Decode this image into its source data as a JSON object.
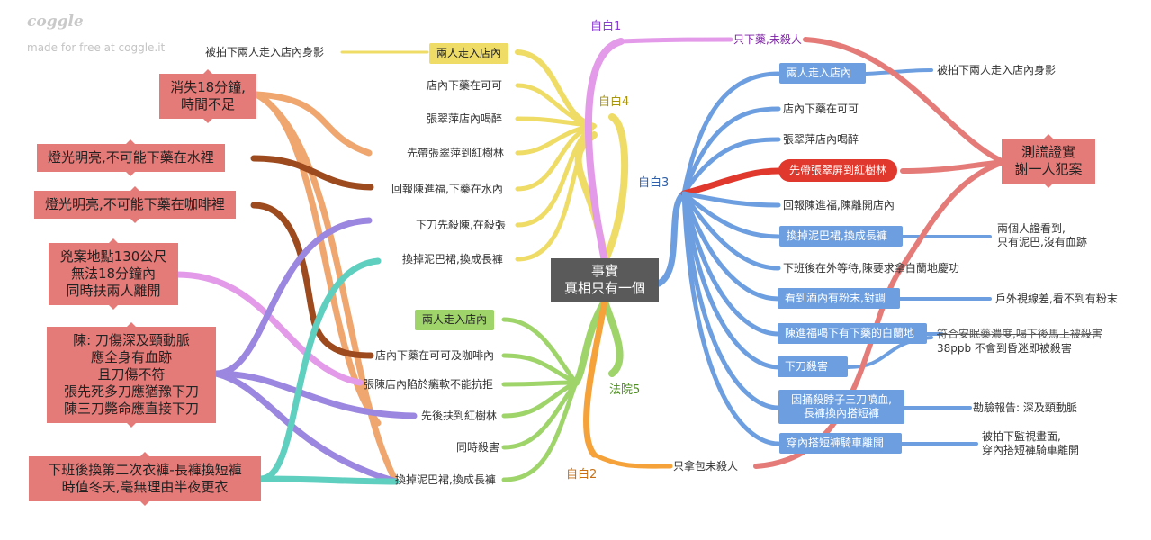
{
  "watermark": {
    "logo": "coggle",
    "tagline": "made for free at coggle.it"
  },
  "center": {
    "line1": "事實",
    "line2": "真相只有一個"
  },
  "branch_labels": {
    "b1": "自白1",
    "b4": "自白4",
    "b3": "自白3",
    "b5": "法院5",
    "b2": "自白2"
  },
  "yellow": {
    "items": [
      "兩人走入店內",
      "店內下藥在可可",
      "張翠萍店內喝醉",
      "先帶張翠萍到紅樹林",
      "回報陳進福,下藥在水內",
      "下刀先殺陳,在殺張",
      "換掉泥巴裙,換成長褲"
    ],
    "leaf": "被拍下兩人走入店內身影"
  },
  "green": {
    "items": [
      "兩人走入店內",
      "店內下藥在可可及咖啡內",
      "張陳店內陷於癱軟不能抗拒",
      "先後扶到紅樹林",
      "同時殺害",
      "換掉泥巴裙,換成長褲"
    ]
  },
  "purple": {
    "leaf": "只下藥,未殺人"
  },
  "orange": {
    "leaf": "只拿包未殺人"
  },
  "blue": {
    "items": [
      "兩人走入店內",
      "店內下藥在可可",
      "張翠萍店內喝醉",
      "先帶張翠屏到紅樹林",
      "回報陳進福,陳離開店內",
      "換掉泥巴裙,換成長褲",
      "下班後在外等待,陳要求拿白蘭地慶功",
      "看到酒內有粉末,對調",
      "陳進福喝下有下藥的白蘭地",
      "下刀殺害",
      "因捅殺脖子三刀噴血,\n長褲換內搭短褲",
      "穿內搭短褲騎車離開"
    ],
    "leaves": {
      "l0": "被拍下兩人走入店內身影",
      "l5": "兩個人證看到,\n只有泥巴,沒有血跡",
      "l7": "戶外視線差,看不到有粉末",
      "l8a": "符合安眠藥濃度,喝下後馬上被殺害",
      "l8b": "38ppb 不會到昏迷即被殺害",
      "l10": "勘驗報告: 深及頸動脈",
      "l11": "被拍下監視畫面,\n穿內搭短褲騎車離開"
    }
  },
  "right_conclusion": "測謊證實\n謝一人犯案",
  "left_notes": [
    "消失18分鐘,\n時間不足",
    "燈光明亮,不可能下藥在水裡",
    "燈光明亮,不可能下藥在咖啡裡",
    "兇案地點130公尺\n無法18分鐘內\n同時扶兩人離開",
    "陳: 刀傷深及頸動脈\n應全身有血跡\n且刀傷不符\n張先死多刀應猶豫下刀\n陳三刀斃命應直接下刀",
    "下班後換第二次衣褲-長褲換短褲\n時值冬天,毫無理由半夜更衣"
  ],
  "colors": {
    "yellow": "#eedc67",
    "green": "#9fd46b",
    "purple": "#e39ae8",
    "orange": "#f5a23a",
    "blue": "#6d9fe0",
    "red": "#e57b78",
    "darkred": "#e0382d",
    "brown": "#9c4a1e",
    "salmon": "#f0a66f",
    "violet": "#9b86e0",
    "teal": "#5fcfc0",
    "core": "#5a5a5a"
  }
}
